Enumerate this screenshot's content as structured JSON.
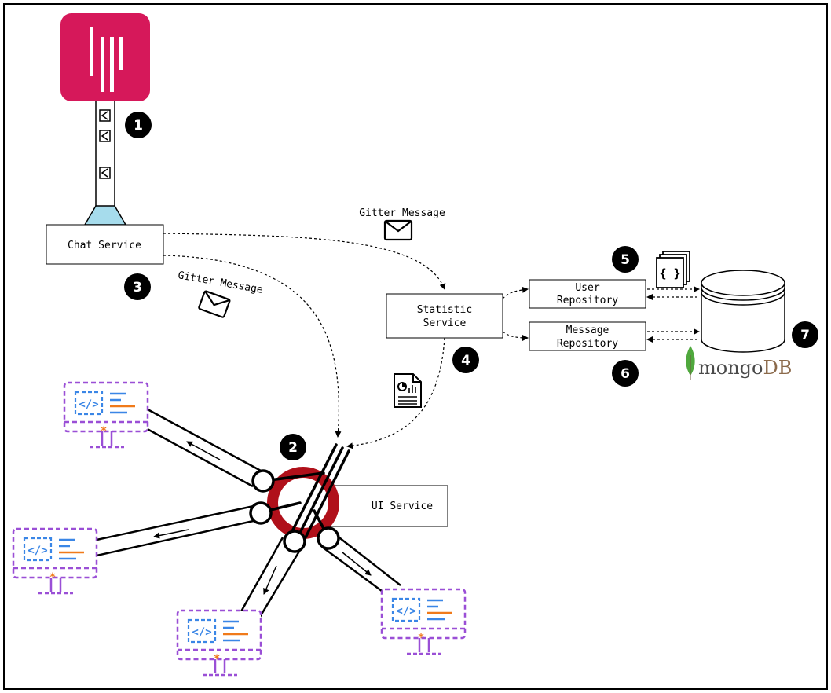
{
  "services": {
    "chat": "Chat Service",
    "statistic_line1": "Statistic",
    "statistic_line2": "Service",
    "user_repo_line1": "User",
    "user_repo_line2": "Repository",
    "message_repo_line1": "Message",
    "message_repo_line2": "Repository",
    "ui": "UI Service"
  },
  "labels": {
    "gitter_message_top": "Gitter Message",
    "gitter_message_left": "Gitter Message",
    "mongo_part1": "mongo",
    "mongo_part2": "DB",
    "json_braces": "{ }"
  },
  "steps": [
    "1",
    "2",
    "3",
    "4",
    "5",
    "6",
    "7"
  ],
  "icons": [
    "gitter-logo-icon",
    "envelope-icon",
    "report-document-icon",
    "json-file-icon",
    "database-icon",
    "mongodb-leaf-icon",
    "developer-monitor-icon",
    "websocket-hub-icon"
  ],
  "colors": {
    "gitter": "#d6185a",
    "funnel": "#a6dcec",
    "monitor_border": "#9a4fd6",
    "code_blue": "#3a86e6",
    "code_orange": "#f07a1a",
    "hub_red": "#b0101a",
    "mongo_green": "#4fa83d",
    "mongo_brown": "#8b6a4b"
  }
}
